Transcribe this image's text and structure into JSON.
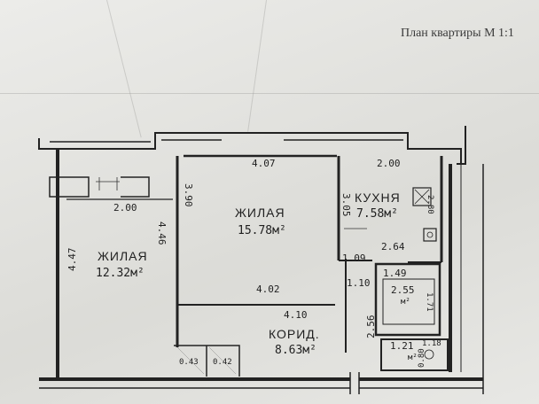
{
  "title": "План квартиры М 1:1",
  "rooms": {
    "living_left": {
      "name": "ЖИЛАЯ",
      "area": "12.32м²"
    },
    "living_center": {
      "name": "ЖИЛАЯ",
      "area": "15.78м²"
    },
    "kitchen": {
      "name": "КУХНЯ",
      "area": "7.58м²"
    },
    "corridor": {
      "name": "КОРИД.",
      "area": "8.63м²"
    }
  },
  "dimensions": {
    "d407": "4.07",
    "d200_top": "2.00",
    "d200_left": "2.00",
    "d390": "3.90",
    "d446": "4.46",
    "d447": "4.47",
    "d305": "3.05",
    "d280": "2.80",
    "d264": "2.64",
    "d109": "1.09",
    "d110": "1.10",
    "d402": "4.02",
    "d410": "4.10",
    "d256": "2.56",
    "d149": "1.49",
    "d255": "2.55",
    "d171": "1.71",
    "d121": "1.21",
    "d118": "1.18",
    "d080": "0.80",
    "d043": "0.43",
    "d042": "0.42",
    "bath_area": "м²",
    "wc_area": "м²"
  }
}
